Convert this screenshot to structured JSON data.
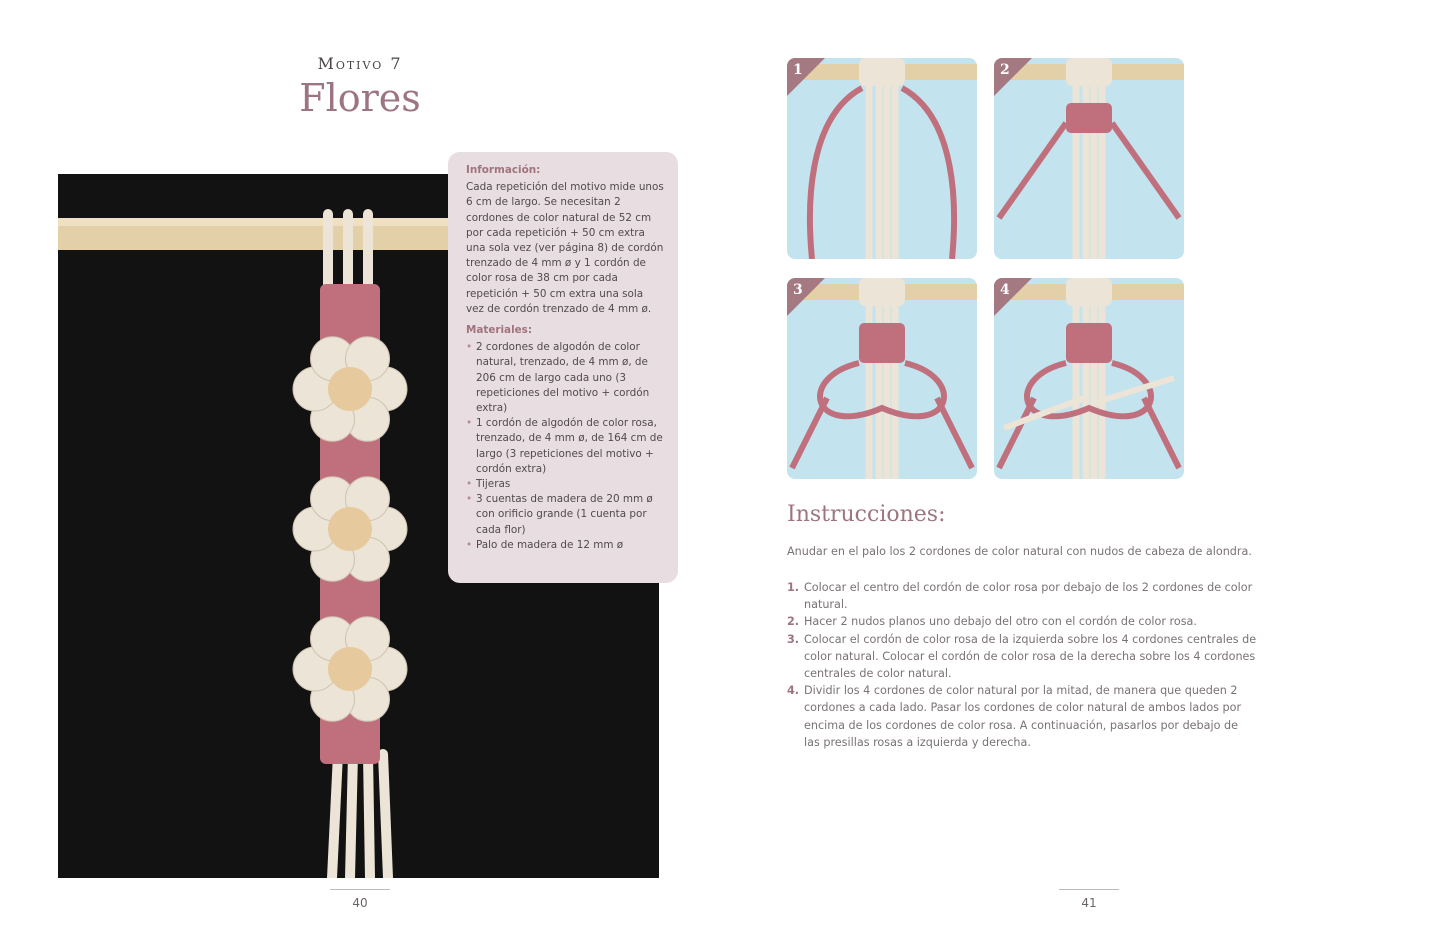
{
  "header": {
    "motivo": "Motivo 7",
    "title": "Flores"
  },
  "info": {
    "heading": "Información:",
    "text": "Cada repetición del motivo mide unos 6 cm de largo. Se necesitan 2 cordones de color natural de 52 cm por cada repetición + 50 cm extra una sola vez (ver página 8) de cordón trenzado de 4 mm ø y 1 cordón de color rosa de 38 cm por cada repetición + 50 cm extra una sola vez de cordón trenzado de 4 mm ø.",
    "materials_heading": "Materiales:",
    "materials": [
      "2 cordones de algodón de color natural, trenzado, de 4 mm ø, de 206 cm de largo cada uno (3 repeticiones del motivo + cordón extra)",
      "1 cordón de algodón de color rosa, trenzado, de 4 mm ø, de 164 cm de largo (3 repeticiones del motivo + cordón extra)",
      "Tijeras",
      "3 cuentas de madera de 20 mm ø con orificio grande (1 cuenta por cada flor)",
      "Palo de madera de 12 mm ø"
    ]
  },
  "photos": {
    "steps": [
      "1",
      "2",
      "3",
      "4"
    ]
  },
  "instructions": {
    "title": "Instrucciones:",
    "intro": "Anudar en el palo los 2 cordones de color natural con nudos de cabeza de alondra.",
    "steps": [
      {
        "n": "1.",
        "text": "Colocar el centro del cordón de color rosa por debajo de los 2 cordones de color natural."
      },
      {
        "n": "2.",
        "text": "Hacer 2 nudos planos uno debajo del otro con el cordón de color rosa."
      },
      {
        "n": "3.",
        "text": "Colocar el cordón de color rosa de la izquierda sobre los 4 cordones centrales de color natural. Colocar el cordón de color rosa de la derecha sobre los 4 cordones centrales de color natural."
      },
      {
        "n": "4.",
        "text": "Dividir los 4 cordones de color natural por la mitad, de manera que queden 2 cordones a cada lado. Pasar los cordones de color natural de ambos lados por encima de los cordones de color rosa. A continuación, pasarlos por debajo de las presillas rosas a izquierda y derecha."
      }
    ]
  },
  "pages": {
    "left": "40",
    "right": "41"
  },
  "colors": {
    "accent": "#9d7580",
    "box": "#e8dde0",
    "pink": "#c0707d",
    "cream": "#ece4d6"
  }
}
